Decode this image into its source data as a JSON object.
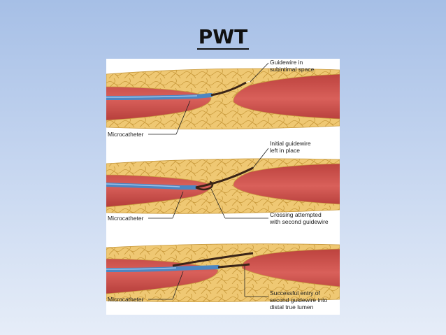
{
  "slide": {
    "title": "PWT"
  },
  "figure": {
    "labels": {
      "p1_guidewire_l1": "Guidewire in",
      "p1_guidewire_l2": "subintimal space",
      "p1_microcatheter": "Microcatheter",
      "p2_initial_l1": "Initial guidewire",
      "p2_initial_l2": "left in place",
      "p2_microcatheter": "Microcatheter",
      "p2_crossing_l1": "Crossing attempted",
      "p2_crossing_l2": "with second guidewire",
      "p3_microcatheter": "Microcatheter",
      "p3_success_l1": "Successful entry of",
      "p3_success_l2": "second guidewire into",
      "p3_success_l3": "distal true lumen"
    },
    "colors": {
      "vessel": "#c94a45",
      "plaque": "#ecc46a",
      "plaque_line": "#c89a3e",
      "catheter": "#4d86c2",
      "wire": "#3a2417"
    }
  }
}
